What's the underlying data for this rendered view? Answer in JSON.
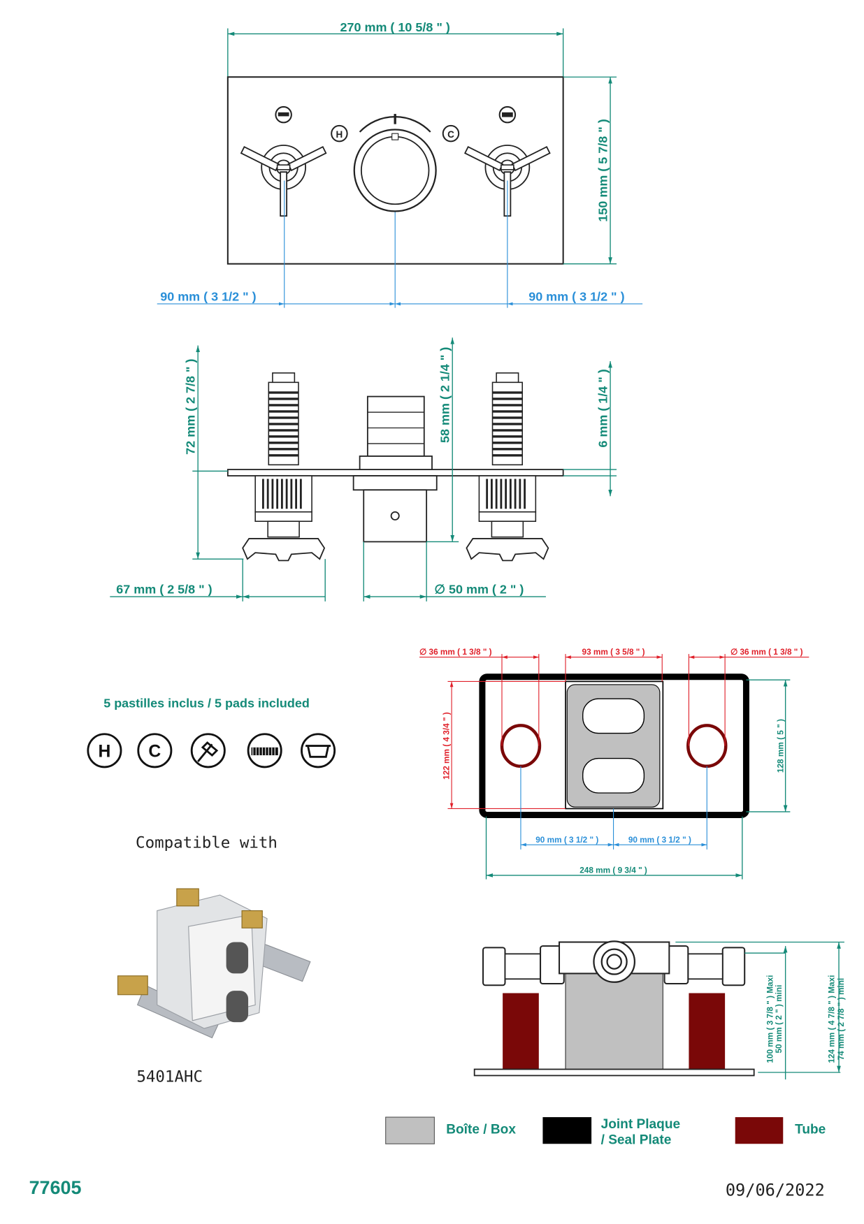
{
  "top_view": {
    "width_label": "270 mm ( 10 5/8 \" )",
    "height_label": "150 mm ( 5 7/8 \" )",
    "left_spacing_label": "90 mm ( 3 1/2 \" )",
    "right_spacing_label": "90 mm ( 3 1/2 \" )",
    "hot_mark": "H",
    "cold_mark": "C"
  },
  "side_view": {
    "handle_depth_label": "72 mm ( 2 7/8 \" )",
    "knob_depth_label": "58 mm ( 2 1/4 \" )",
    "plate_thickness_label": "6 mm ( 1/4 \" )",
    "handle_width_label": "67 mm ( 2 5/8 \" )",
    "knob_diameter_label": "∅ 50 mm ( 2 \" )"
  },
  "pads": {
    "title": "5 pastilles inclus / 5 pads included",
    "icons": [
      "H",
      "C",
      "shower-icon",
      "rain-shower-icon",
      "bath-icon"
    ]
  },
  "compatible": {
    "label": "Compatible with",
    "model": "5401AHC"
  },
  "install_plan": {
    "left_hole_label": "∅ 36 mm ( 1 3/8 \" )",
    "box_width_label": "93 mm ( 3 5/8 \" )",
    "right_hole_label": "∅ 36 mm ( 1 3/8 \" )",
    "box_height_label": "122 mm ( 4 3/4 \" )",
    "seal_height_label": "128 mm ( 5 \" )",
    "left_spacing_label": "90 mm ( 3 1/2 \" )",
    "right_spacing_label": "90 mm ( 3 1/2 \" )",
    "seal_width_label": "248 mm ( 9 3/4 \" )"
  },
  "install_front": {
    "depth1_max": "100 mm ( 3 7/8 \" )  Maxi",
    "depth1_min": "50 mm ( 2 \" ) mini",
    "depth2_max": "124 mm ( 4 7/8 \" )  Maxi",
    "depth2_min": "74 mm ( 2 7/8 \" ) mini"
  },
  "legend": {
    "box": {
      "label": "Boîte / Box",
      "color": "#c0c0c0"
    },
    "seal": {
      "label_line1": "Joint Plaque",
      "label_line2": "/ Seal Plate",
      "color": "#000000"
    },
    "tube": {
      "label": "Tube",
      "color": "#7a0808"
    }
  },
  "footer": {
    "reference": "77605",
    "date": "09/06/2022"
  }
}
